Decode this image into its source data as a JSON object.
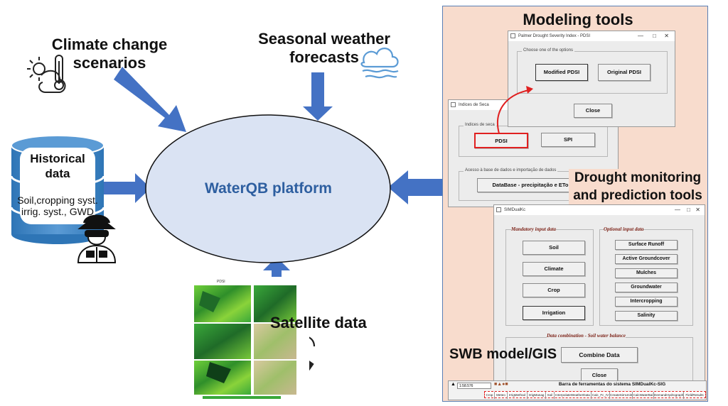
{
  "labels": {
    "climate_change": "Climate change scenarios",
    "seasonal_forecasts": "Seasonal weather forecasts",
    "historical_title": "Historical data",
    "historical_detail": "Soil,cropping syst. irrig. syst., GWD",
    "platform": "WaterQB platform",
    "satellite": "Satellite data",
    "modeling_tools": "Modeling tools",
    "drought_tools": "Drought monitoring and prediction tools",
    "swb_gis": "SWB model/GIS"
  },
  "pdsi_window": {
    "title": "Palmer Drought Severity Index - PDSI",
    "group_label": "Choose one of the options",
    "modified_button": "Modified PDSI",
    "original_button": "Original PDSI",
    "close_button": "Close"
  },
  "indices_window": {
    "title": "Indices de Seca",
    "group_label": "Indices de seca",
    "pdsi_button": "PDSI",
    "spi_button": "SPI",
    "db_group_label": "Acesso à base de dados e importação de dados",
    "db_button": "DataBase - precipitação e ETo"
  },
  "simdualkc_window": {
    "title": "SIMDualKc",
    "mandatory_title": "Mandatory input data",
    "optional_title": "Optional input data",
    "mandatory_buttons": [
      "Soil",
      "Climate",
      "Crop",
      "Irrigation"
    ],
    "optional_buttons": [
      "Surface Runoff",
      "Active Groundcover",
      "Mulches",
      "Groundwater",
      "Intercropping",
      "Salinity"
    ],
    "combination_title": "Data combination - Soil water balance",
    "combine_button": "Combine Data",
    "close_button": "Close"
  },
  "gis_toolbar": {
    "scale": "1:58.576",
    "title": "Barra de ferramentas do sistema SIMDualKc-SIG",
    "items": [
      "Crop",
      "Meteo",
      "IrrigMethod",
      "IrrigManag",
      "Soil",
      "InterpolateWeatherData",
      "Calc_Fc_IV",
      "CreateSimUnits",
      "CalcWaterBal",
      "DemandHydrograph",
      "FieldResults"
    ]
  },
  "satellite_map": {
    "title": "PDSI"
  },
  "colors": {
    "arrow": "#4472c4",
    "ellipse_fill": "#dae3f3",
    "panel_fill": "#f8dccd",
    "highlight": "#e02020"
  }
}
